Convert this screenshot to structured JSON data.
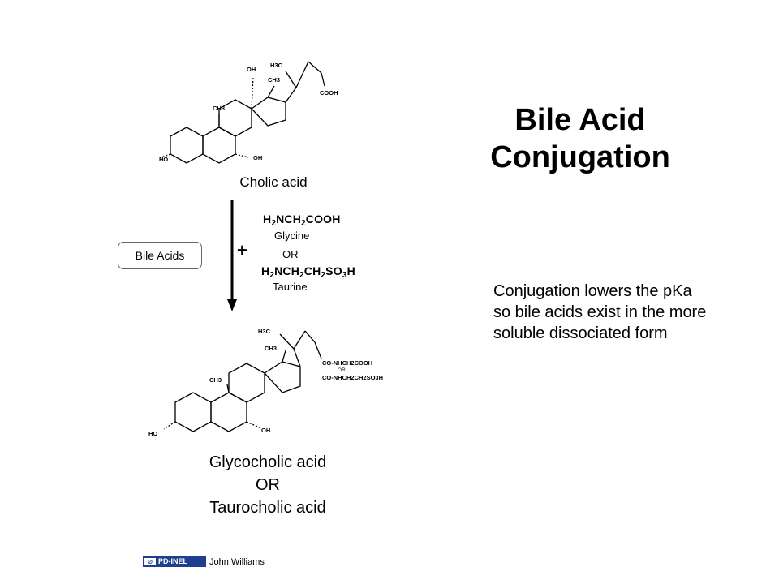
{
  "title": {
    "line1": "Bile Acid",
    "line2": "Conjugation"
  },
  "cholic": {
    "name": "Cholic acid",
    "labels": {
      "oh_top": "OH",
      "h3c": "H3C",
      "ch3_a": "CH3",
      "ch3_b": "CH3",
      "cooh": "COOH",
      "ho": "HO",
      "oh_right": "OH"
    }
  },
  "reaction": {
    "plus": "+",
    "glycine_formula": {
      "a": "H",
      "b": "2",
      "c": "NCH",
      "d": "2",
      "e": "COOH"
    },
    "glycine_name": "Glycine",
    "or": "OR",
    "taurine_formula": {
      "a": "H",
      "b": "2",
      "c": "NCH",
      "d": "2",
      "e": "CH",
      "f": "2",
      "g": "SO",
      "h": "3",
      "i": "H"
    },
    "taurine_name": "Taurine",
    "button_label": "Bile Acids"
  },
  "conjugate": {
    "labels": {
      "h3c": "H3C",
      "ch3_a": "CH3",
      "ch3_b": "CH3",
      "ho": "HO",
      "oh_right": "OH",
      "side1": "CO-NHCH2COOH",
      "or_small": "OR",
      "side2": "CO-NHCH2CH2SO3H"
    }
  },
  "note": {
    "line1": "Conjugation lowers the pKa",
    "line2": "so bile acids exist in the more",
    "line3": "soluble dissociated form"
  },
  "product": {
    "line1": "Glycocholic acid",
    "line2": "OR",
    "line3": "Taurocholic acid"
  },
  "footer": {
    "badge": "PD-INEL",
    "author": "John Williams"
  }
}
